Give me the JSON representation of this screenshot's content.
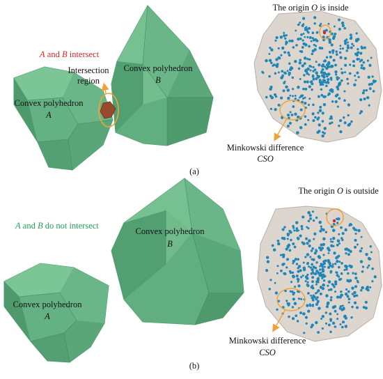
{
  "panel_a": {
    "caption": "(a)",
    "status": {
      "var_a": "A",
      "and": " and ",
      "var_b": "B",
      "verb": " intersect",
      "color": "#d9262b"
    },
    "poly_a_label": {
      "line1": "Convex polyhedron",
      "line2": "A"
    },
    "poly_b_label": {
      "line1": "Convex polyhedron",
      "line2": "B"
    },
    "intersection_label": {
      "line1": "Intersection",
      "line2": "region"
    },
    "origin_label": {
      "prefix": "The origin ",
      "var": "O",
      "suffix": " is inside"
    },
    "cso_label": {
      "line1": "Minkowski difference",
      "line2": "CSO"
    }
  },
  "panel_b": {
    "caption": "(b)",
    "status": {
      "var_a": "A",
      "and": " and ",
      "var_b": "B",
      "verb": " do not intersect",
      "color": "#23a05a"
    },
    "poly_a_label": {
      "line1": "Convex polyhedron",
      "line2": "A"
    },
    "poly_b_label": {
      "line1": "Convex polyhedron",
      "line2": "B"
    },
    "origin_label": {
      "prefix": "The origin ",
      "var": "O",
      "suffix": " is outside"
    },
    "cso_label": {
      "line1": "Minkowski difference",
      "line2": "CSO"
    }
  },
  "colors": {
    "polyhedron_fill": "#5fae7e",
    "polyhedron_edge": "#3f8a5f",
    "cso_fill": "#ddd6cf",
    "point": "#1f86b7",
    "highlight_circle": "#f0a23a",
    "intersection": "#9a4a2c",
    "origin_point": "#e02020"
  }
}
